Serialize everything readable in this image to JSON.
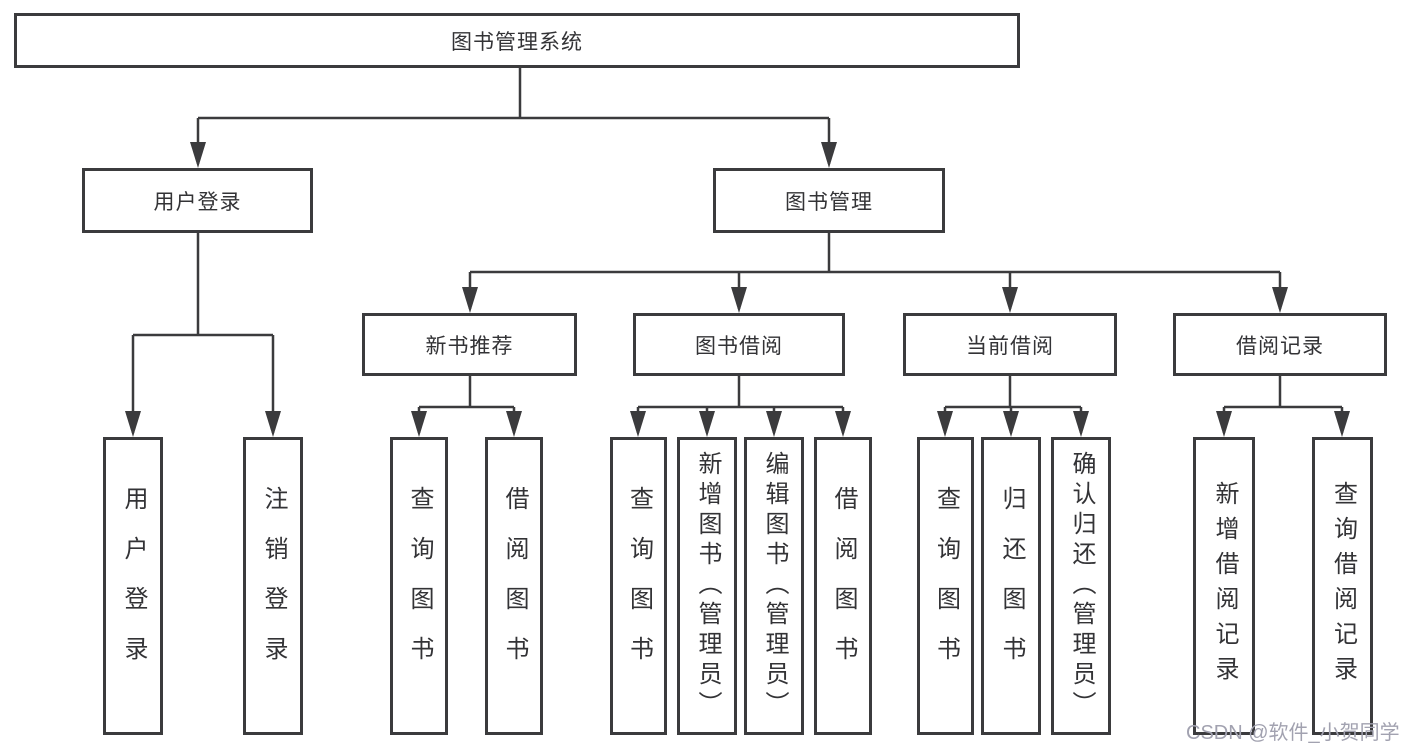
{
  "diagram": {
    "root": {
      "label": "图书管理系统"
    },
    "branches": [
      {
        "label": "用户登录",
        "children": [
          {
            "label": "用户登录"
          },
          {
            "label": "注销登录"
          }
        ]
      },
      {
        "label": "图书管理",
        "sections": [
          {
            "label": "新书推荐",
            "children": [
              {
                "label": "查询图书"
              },
              {
                "label": "借阅图书"
              }
            ]
          },
          {
            "label": "图书借阅",
            "children": [
              {
                "label": "查询图书"
              },
              {
                "label": "新增图书（管理员）"
              },
              {
                "label": "编辑图书（管理员）"
              },
              {
                "label": "借阅图书"
              }
            ]
          },
          {
            "label": "当前借阅",
            "children": [
              {
                "label": "查询图书"
              },
              {
                "label": "归还图书"
              },
              {
                "label": "确认归还（管理员）"
              }
            ]
          },
          {
            "label": "借阅记录",
            "children": [
              {
                "label": "新增借阅记录"
              },
              {
                "label": "查询借阅记录"
              }
            ]
          }
        ]
      }
    ]
  },
  "watermark": {
    "text": "CSDN @软件_小贺同学"
  },
  "colors": {
    "line": "#3b3b3d",
    "text": "#333336",
    "background": "#ffffff",
    "watermark": "#a2a2b0"
  }
}
